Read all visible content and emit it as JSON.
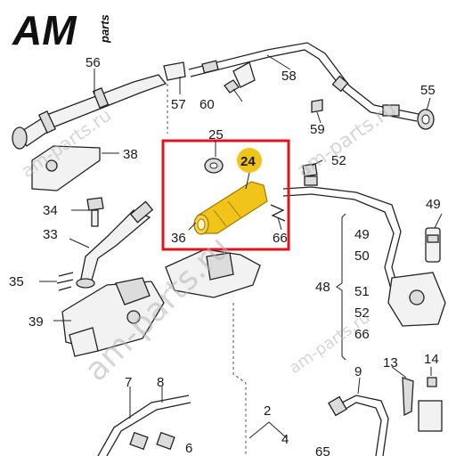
{
  "logo": {
    "letters": "AM",
    "suffix": "parts"
  },
  "watermark": "am-parts.ru",
  "highlight": {
    "part_number": "24",
    "box_color": "#e0141e",
    "accent_color": "#f0c419"
  },
  "part_labels": {
    "p56": "56",
    "p57": "57",
    "p60": "60",
    "p58": "58",
    "p55": "55",
    "p59": "59",
    "p38": "38",
    "p25": "25",
    "p24": "24",
    "p52": "52",
    "p34": "34",
    "p33": "33",
    "p36": "36",
    "p66a": "66",
    "p49": "49",
    "p49b": "49",
    "p50": "50",
    "p48": "48",
    "p51": "51",
    "p52b": "52",
    "p66b": "66",
    "p35": "35",
    "p39": "39",
    "p9": "9",
    "p13": "13",
    "p14": "14",
    "p7": "7",
    "p8": "8",
    "p2": "2",
    "p4": "4",
    "p6": "6",
    "p65": "65"
  }
}
